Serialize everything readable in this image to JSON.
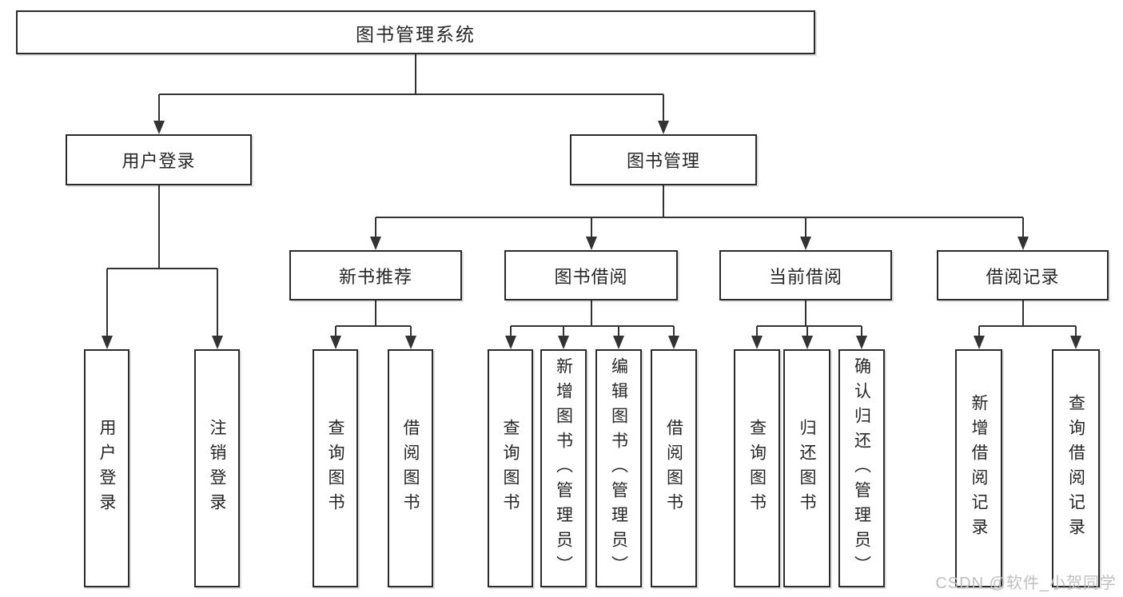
{
  "diagram": {
    "root": {
      "label": "图书管理系统"
    },
    "level2": [
      {
        "label": "用户登录"
      },
      {
        "label": "图书管理"
      }
    ],
    "level3": [
      {
        "label": "新书推荐"
      },
      {
        "label": "图书借阅"
      },
      {
        "label": "当前借阅"
      },
      {
        "label": "借阅记录"
      }
    ],
    "leaves": [
      {
        "label": "用户登录"
      },
      {
        "label": "注销登录"
      },
      {
        "label": "查询图书"
      },
      {
        "label": "借阅图书"
      },
      {
        "label": "查询图书"
      },
      {
        "label": "新增图书（管理员）"
      },
      {
        "label": "编辑图书（管理员）"
      },
      {
        "label": "借阅图书"
      },
      {
        "label": "查询图书"
      },
      {
        "label": "归还图书"
      },
      {
        "label": "确认归还（管理员）"
      },
      {
        "label": "新增借阅记录"
      },
      {
        "label": "查询借阅记录"
      }
    ]
  },
  "watermark": {
    "text": "CSDN @软件_小贺同学",
    "color": "#bfbfbf"
  },
  "colors": {
    "background": "#ffffff",
    "line": "#333333",
    "box_border": "#2b2b2b",
    "text": "#262626"
  }
}
